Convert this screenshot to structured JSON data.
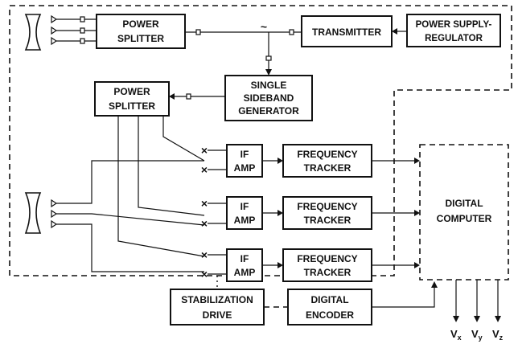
{
  "blocks": {
    "power_splitter_top": [
      "POWER",
      "SPLITTER"
    ],
    "transmitter": [
      "TRANSMITTER"
    ],
    "power_supply_regulator": [
      "POWER SUPPLY-",
      "REGULATOR"
    ],
    "power_splitter_mid": [
      "POWER",
      "SPLITTER"
    ],
    "single_sideband_generator": [
      "SINGLE",
      "SIDEBAND",
      "GENERATOR"
    ],
    "if_amp": [
      "IF",
      "AMP"
    ],
    "frequency_tracker": [
      "FREQUENCY",
      "TRACKER"
    ],
    "digital_computer": [
      "DIGITAL",
      "COMPUTER"
    ],
    "stabilization_drive": [
      "STABILIZATION",
      "DRIVE"
    ],
    "digital_encoder": [
      "DIGITAL",
      "ENCODER"
    ]
  },
  "outputs": [
    {
      "base": "V",
      "sub": "x"
    },
    {
      "base": "V",
      "sub": "y"
    },
    {
      "base": "V",
      "sub": "z"
    }
  ],
  "symbols": {
    "mixer": "×",
    "tilde": "~"
  }
}
